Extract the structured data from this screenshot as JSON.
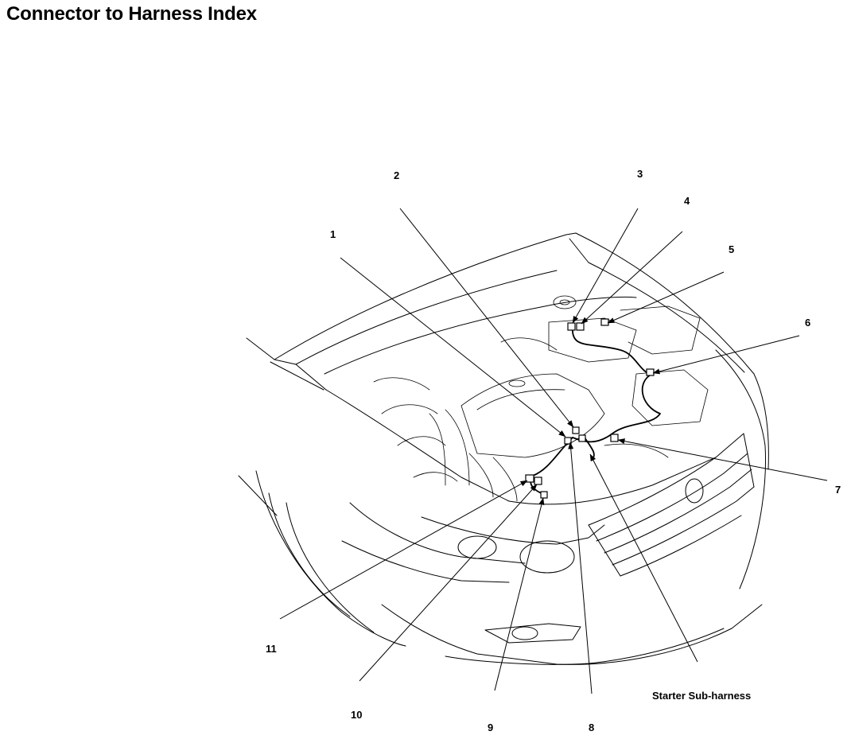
{
  "page": {
    "title": "Connector to Harness Index"
  },
  "diagram": {
    "subject": "front-engine-bay",
    "callouts": [
      "1",
      "2",
      "3",
      "4",
      "5",
      "6",
      "7",
      "8",
      "9",
      "10",
      "11"
    ],
    "harness_label": "Starter Sub-harness"
  }
}
